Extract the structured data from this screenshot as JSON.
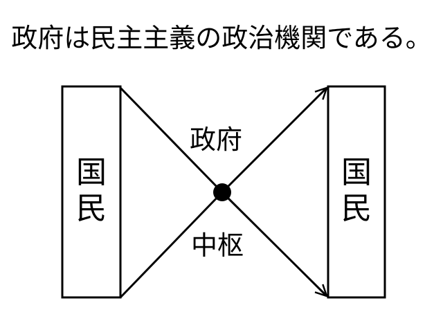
{
  "title": "政府は民主主義の政治機関である。",
  "left_box": {
    "line1": "国",
    "line2": "民"
  },
  "right_box": {
    "line1": "国",
    "line2": "民"
  },
  "upper_label": "政府",
  "lower_label": "中枢",
  "colors": {
    "stroke": "#000000",
    "background": "#ffffff"
  }
}
